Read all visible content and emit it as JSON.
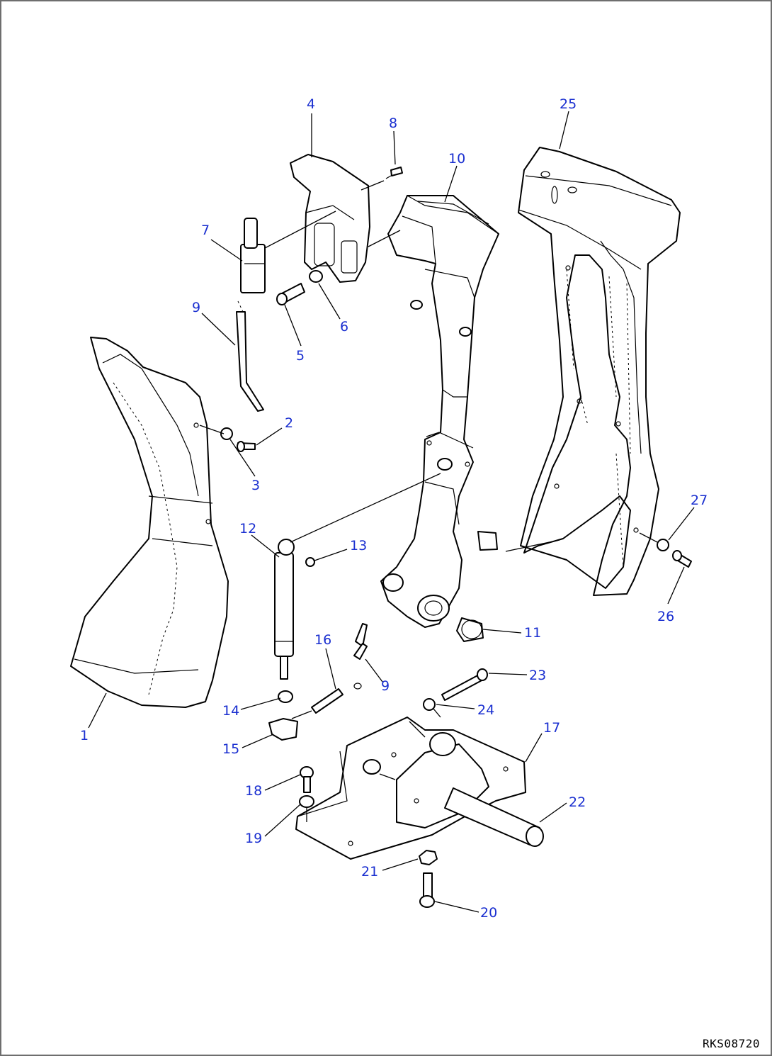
{
  "callouts": {
    "c1": "1",
    "c2": "2",
    "c3": "3",
    "c4": "4",
    "c5": "5",
    "c6": "6",
    "c7": "7",
    "c8": "8",
    "c9a": "9",
    "c9b": "9",
    "c10": "10",
    "c11": "11",
    "c12": "12",
    "c13": "13",
    "c14": "14",
    "c15": "15",
    "c16": "16",
    "c17": "17",
    "c18": "18",
    "c19": "19",
    "c20": "20",
    "c21": "21",
    "c22": "22",
    "c23": "23",
    "c24": "24",
    "c25": "25",
    "c26": "26",
    "c27": "27"
  },
  "drawing_code": "RKS08720",
  "colors": {
    "callout": "#1a2fd0",
    "line": "#000000",
    "frame": "#6e6e6e"
  }
}
